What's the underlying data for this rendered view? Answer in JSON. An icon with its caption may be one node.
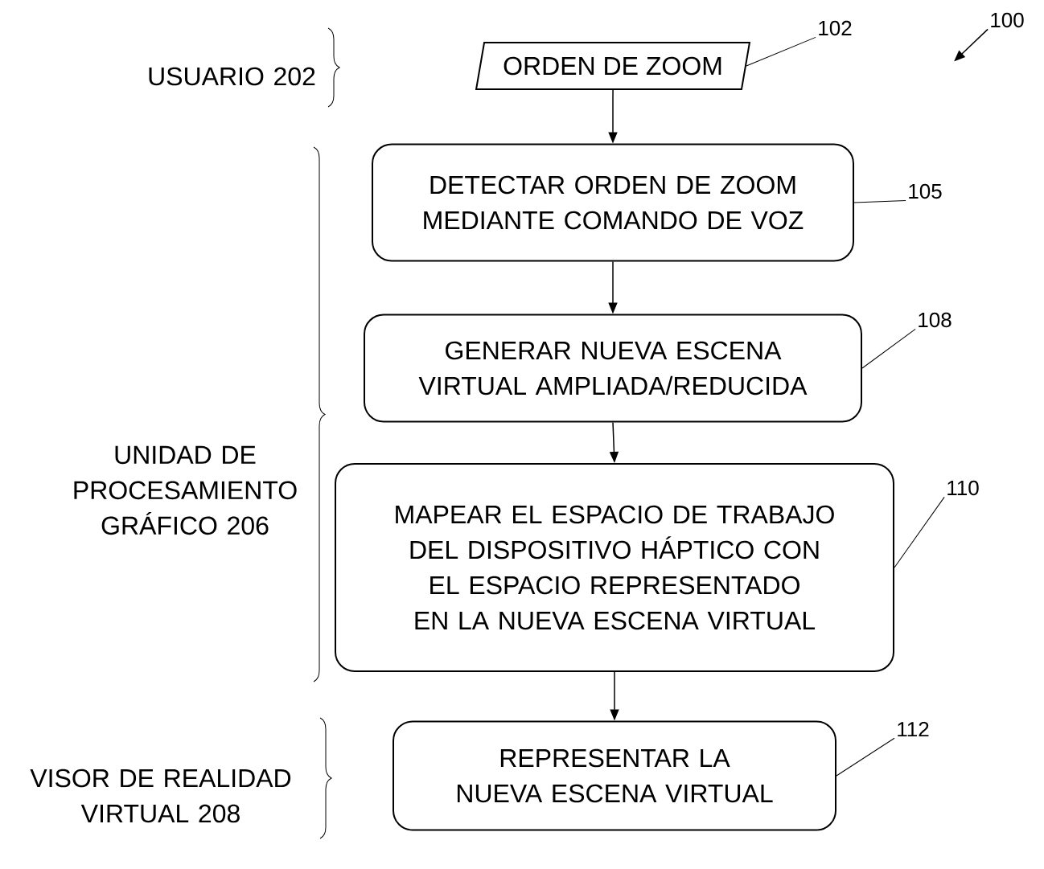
{
  "diagram": {
    "nodes": [
      {
        "text": [
          "ORDEN DE ZOOM"
        ]
      },
      {
        "text": [
          "DETECTAR ORDEN DE ZOOM MEDIANTE COMANDO DE VOZ"
        ]
      },
      {
        "text": [
          "GENERAR NUEVA ESCENA VIRTUAL AMPLIADA/REDUCIDA"
        ]
      },
      {
        "text": [
          "MAPEAR EL ESPACIO DE TRABAJO DEL DISPOSITIVO HÁPTICO CON EL ESPACIO REPRESENTADO EN LA NUEVA ESCENA VIRTUAL"
        ]
      },
      {
        "text": [
          "REPRESENTAR LA NUEVA ESCENA VIRTUAL"
        ]
      },
      {
        "text": [
          "102"
        ]
      },
      {
        "text": [
          "105"
        ]
      },
      {
        "text": [
          "108"
        ]
      },
      {
        "text": [
          "110"
        ]
      },
      {
        "text": [
          "112"
        ]
      },
      {
        "text": [
          "100"
        ]
      }
    ],
    "edges": [
      {
        "from": 0,
        "to": 1,
        "arrow": "to"
      },
      {
        "from": 1,
        "to": 2,
        "arrow": "to"
      },
      {
        "from": 2,
        "to": 3,
        "arrow": "to"
      },
      {
        "from": 3,
        "to": 4,
        "arrow": "to"
      },
      {
        "from": 5,
        "to": 0,
        "arrow": "none"
      },
      {
        "from": 6,
        "to": 1,
        "arrow": "none"
      },
      {
        "from": 7,
        "to": 2,
        "arrow": "none"
      },
      {
        "from": 8,
        "to": 3,
        "arrow": "none"
      },
      {
        "from": 9,
        "to": 4,
        "arrow": "none"
      },
      {
        "from": 10,
        "to": null,
        "arrow": "to"
      }
    ],
    "labels": [
      "USUARIO 202",
      "UNIDAD DE PROCESAMIENTO GRÁFICO 206",
      "VISOR DE REALIDAD VIRTUAL 208"
    ]
  }
}
